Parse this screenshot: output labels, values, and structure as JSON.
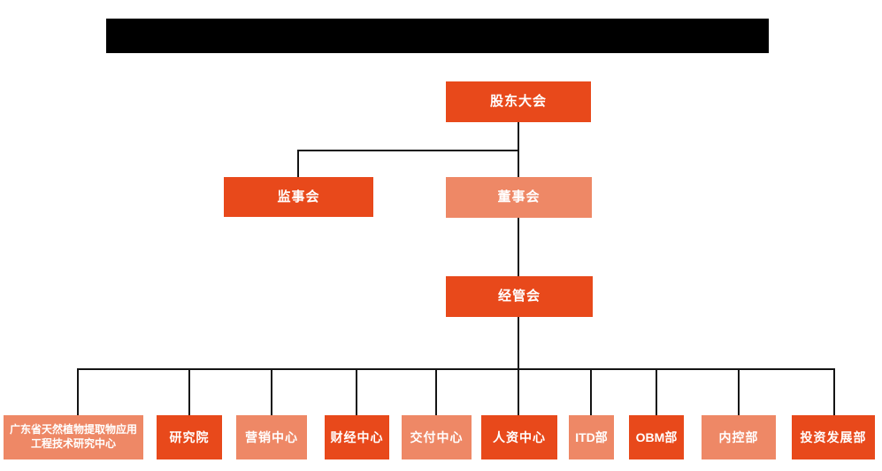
{
  "colors": {
    "node_primary": "#E8491B",
    "node_secondary": "#EE8866",
    "node_text": "#FFFFFF",
    "connector": "#141414",
    "redacted_bar": "#000000",
    "background": "#FFFFFF"
  },
  "org_chart": {
    "nodes": {
      "shareholders": {
        "label": "股东大会"
      },
      "supervisory": {
        "label": "监事会"
      },
      "board": {
        "label": "董事会"
      },
      "management": {
        "label": "经管会"
      }
    },
    "departments": [
      {
        "label": "广东省天然植物提取物应用工程技术研究中心"
      },
      {
        "label": "研究院"
      },
      {
        "label": "营销中心"
      },
      {
        "label": "财经中心"
      },
      {
        "label": "交付中心"
      },
      {
        "label": "人资中心"
      },
      {
        "label": "ITD部"
      },
      {
        "label": "OBM部"
      },
      {
        "label": "内控部"
      },
      {
        "label": "投资发展部"
      }
    ]
  }
}
